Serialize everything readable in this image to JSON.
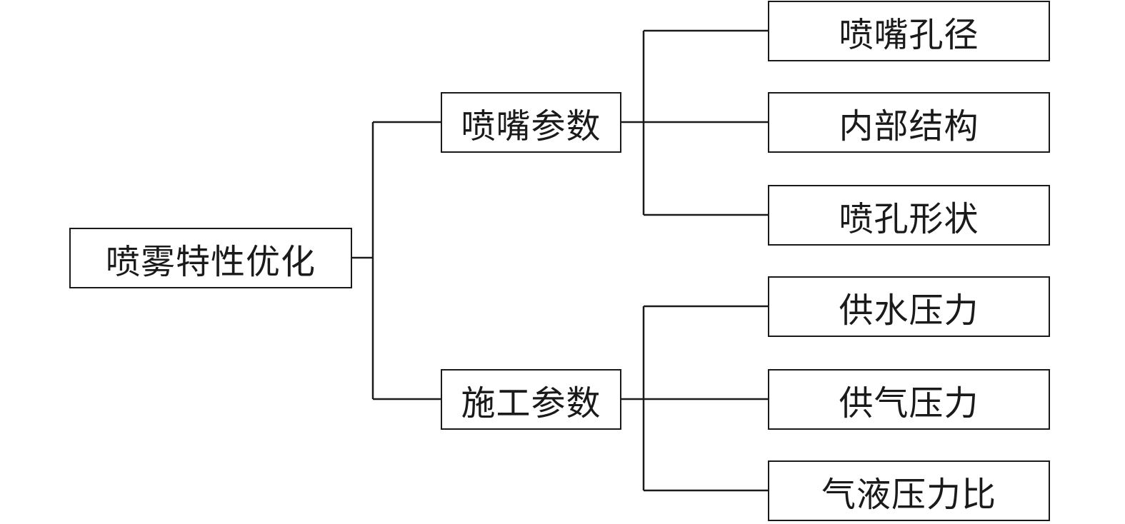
{
  "root": {
    "label": "喷雾特性优化"
  },
  "groups": [
    {
      "label": "喷嘴参数",
      "children": [
        {
          "label": "喷嘴孔径"
        },
        {
          "label": "内部结构"
        },
        {
          "label": "喷孔形状"
        }
      ]
    },
    {
      "label": "施工参数",
      "children": [
        {
          "label": "供水压力"
        },
        {
          "label": "供气压力"
        },
        {
          "label": "气液压力比"
        }
      ]
    }
  ]
}
